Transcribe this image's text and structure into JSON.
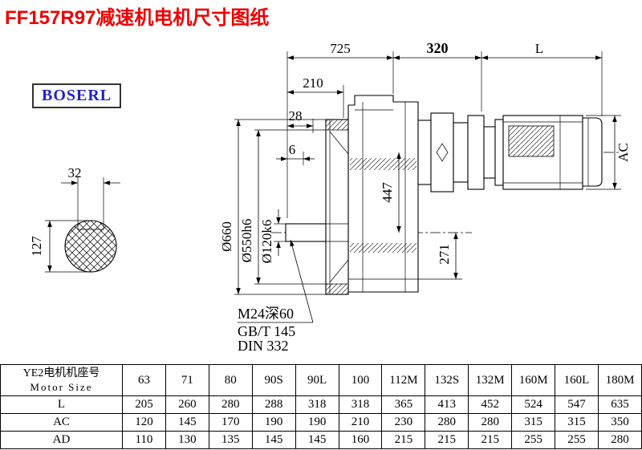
{
  "page": {
    "title": "FF157R97减速机电机尺寸图纸",
    "brand": "BOSERL"
  },
  "colors": {
    "title_red": "#ee0000",
    "brand_blue": "#2222cc",
    "line_black": "#000000"
  },
  "drawing": {
    "dims": {
      "top_725": "725",
      "top_320": "320",
      "top_L": "L",
      "d210": "210",
      "d28": "28",
      "d6": "6",
      "ac": "AC",
      "d447": "447",
      "d271": "271",
      "d32": "32",
      "d127": "127",
      "dia_660": "Ø660",
      "dia_550": "Ø550h6",
      "dia_120": "Ø120k6"
    },
    "notes": {
      "thread": "M24深60",
      "gb": "GB/T 145",
      "din": "DIN 332"
    }
  },
  "table": {
    "header_cn": "YE2电机机座号",
    "header_en": "Motor Size",
    "sizes": [
      "63",
      "71",
      "80",
      "90S",
      "90L",
      "100",
      "112M",
      "132S",
      "132M",
      "160M",
      "160L",
      "180M"
    ],
    "rows": [
      {
        "label": "L",
        "values": [
          "205",
          "260",
          "280",
          "288",
          "318",
          "318",
          "365",
          "413",
          "452",
          "524",
          "547",
          "635"
        ]
      },
      {
        "label": "AC",
        "values": [
          "120",
          "145",
          "170",
          "190",
          "190",
          "210",
          "230",
          "280",
          "280",
          "315",
          "315",
          "350"
        ]
      },
      {
        "label": "AD",
        "values": [
          "110",
          "130",
          "135",
          "145",
          "145",
          "160",
          "215",
          "215",
          "215",
          "255",
          "255",
          "280"
        ]
      }
    ]
  }
}
